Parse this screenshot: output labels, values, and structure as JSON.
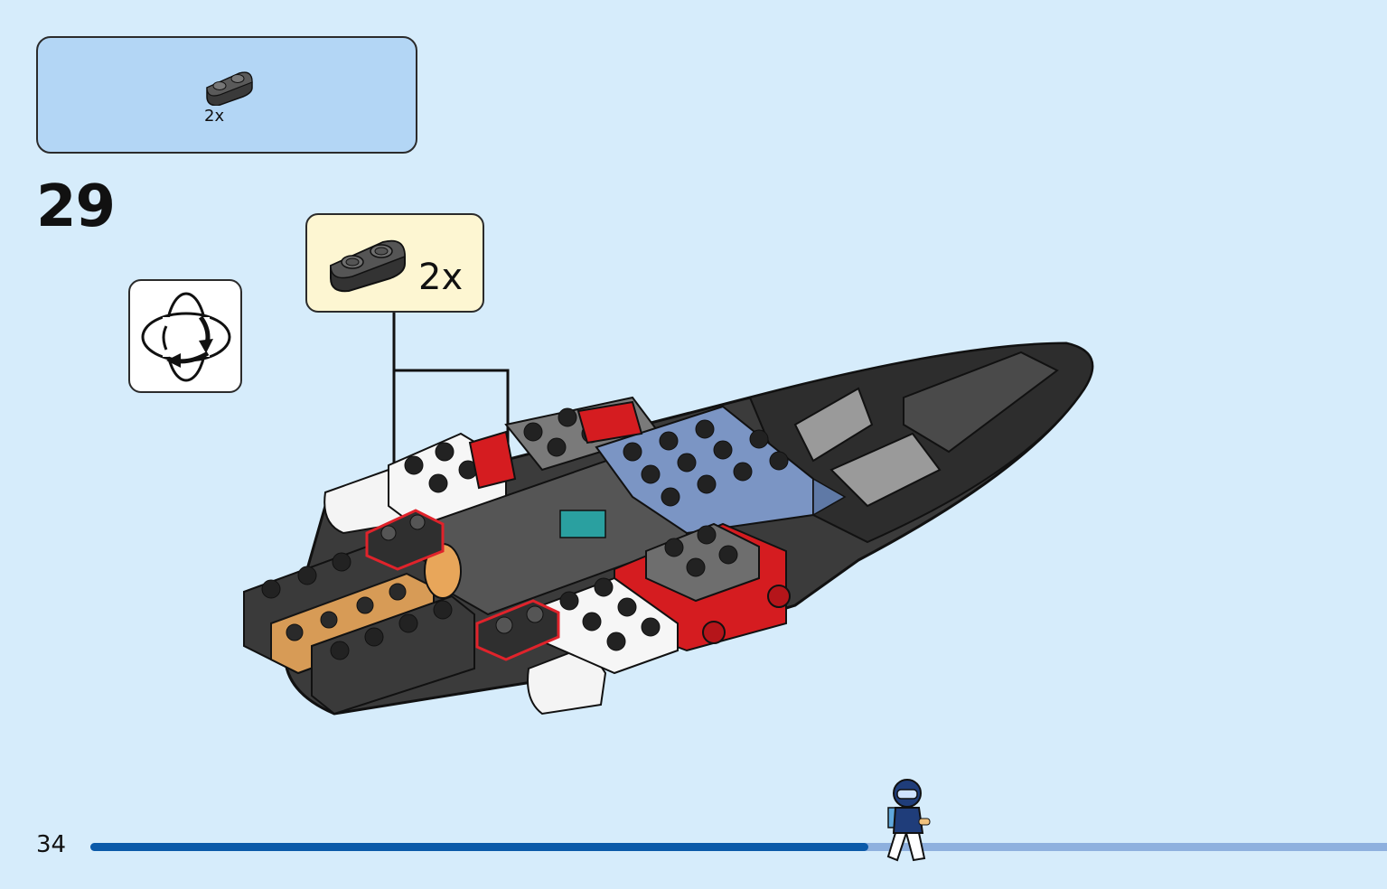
{
  "parts_list": {
    "items": [
      {
        "icon": "dark-gray-plate-1x2-rounded-icon",
        "quantity": "2x"
      }
    ]
  },
  "step": {
    "number": "29"
  },
  "rotate_icon": "rotate-model-icon",
  "callout": {
    "icon": "dark-gray-plate-1x2-rounded-icon",
    "quantity": "2x"
  },
  "footer": {
    "page_number": "34",
    "progress": 0.6
  },
  "colors": {
    "background": "#d6ecfb",
    "parts_box": "#b3d6f5",
    "callout_box": "#fdf6d2",
    "highlight": "#e0232b",
    "progress_fill": "#0b5aa9",
    "progress_track": "#8eb0de"
  }
}
